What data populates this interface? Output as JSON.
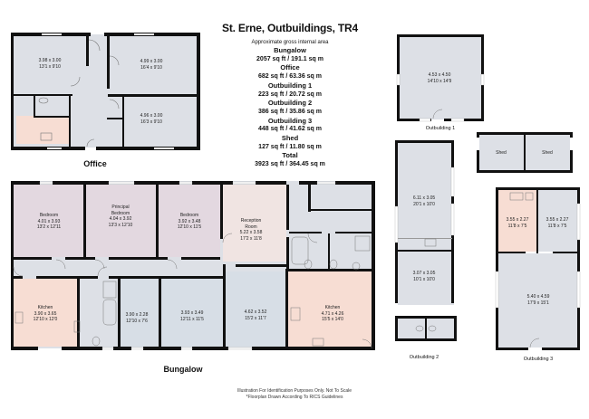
{
  "header": {
    "title": "St. Erne, Outbuildings, TR4",
    "area_heading": "Approximate gross internal area"
  },
  "areas": [
    {
      "name": "Bungalow",
      "value": "2057 sq ft  /  191.1 sq m"
    },
    {
      "name": "Office",
      "value": "682 sq ft  /  63.36 sq m"
    },
    {
      "name": "Outbuilding 1",
      "value": "223 sq ft  /  20.72 sq m"
    },
    {
      "name": "Outbuilding 2",
      "value": "386 sq ft  /  35.86 sq m"
    },
    {
      "name": "Outbuilding 3",
      "value": "448 sq ft  /  41.62 sq m"
    },
    {
      "name": "Shed",
      "value": "127 sq ft  /  11.80 sq m"
    },
    {
      "name": "Total",
      "value": "3923 sq ft  /  364.45 sq m"
    }
  ],
  "buildings": {
    "office": {
      "label": "Office",
      "rooms": [
        {
          "name": "",
          "metric": "3.98 x 3.00",
          "imperial": "13'1 x 9'10"
        },
        {
          "name": "",
          "metric": "4.99 x 3.00",
          "imperial": "16'4 x 9'10"
        },
        {
          "name": "",
          "metric": "4.96 x 3.00",
          "imperial": "16'3 x 9'10"
        }
      ]
    },
    "bungalow": {
      "label": "Bungalow",
      "rooms": [
        {
          "name": "Bedroom",
          "metric": "4.01 x 3.93",
          "imperial": "13'2 x 12'11"
        },
        {
          "name": "Principal Bedroom",
          "name1": "Principal",
          "name2": "Bedroom",
          "metric": "4.04 x 3.92",
          "imperial": "13'3 x 12'10"
        },
        {
          "name": "Bedroom",
          "metric": "3.92 x 3.48",
          "imperial": "12'10 x 11'5"
        },
        {
          "name": "Reception Room",
          "name1": "Reception",
          "name2": "Room",
          "metric": "5.22 x 3.58",
          "imperial": "17'2 x 11'8"
        },
        {
          "name": "Kitchen",
          "metric": "3.90 x 3.65",
          "imperial": "12'10 x 12'0"
        },
        {
          "name": "",
          "metric": "3.90 x 2.28",
          "imperial": "12'10 x 7'6"
        },
        {
          "name": "",
          "metric": "3.93 x 3.49",
          "imperial": "12'11 x 11'5"
        },
        {
          "name": "",
          "metric": "4.62 x 3.52",
          "imperial": "15'2 x 11'7"
        },
        {
          "name": "Kitchen",
          "metric": "4.71 x 4.26",
          "imperial": "15'5 x 14'0"
        }
      ]
    },
    "outbuilding1": {
      "label": "Outbuilding 1",
      "rooms": [
        {
          "name": "",
          "metric": "4.53 x 4.50",
          "imperial": "14'10 x 14'9"
        }
      ]
    },
    "shed": {
      "rooms": [
        {
          "name": "Shed"
        },
        {
          "name": "Shed"
        }
      ]
    },
    "outbuilding2": {
      "label": "Outbuilding 2",
      "rooms": [
        {
          "name": "",
          "metric": "6.11 x 3.05",
          "imperial": "20'1 x 10'0"
        },
        {
          "name": "",
          "metric": "3.07 x 3.05",
          "imperial": "10'1 x 10'0"
        }
      ]
    },
    "outbuilding3": {
      "label": "Outbuilding 3",
      "rooms": [
        {
          "name": "",
          "metric": "3.55 x 2.27",
          "imperial": "11'8 x 7'5"
        },
        {
          "name": "",
          "metric": "3.55 x 2.27",
          "imperial": "11'8 x 7'5"
        },
        {
          "name": "",
          "metric": "5.40 x 4.59",
          "imperial": "17'9 x 15'1"
        }
      ]
    }
  },
  "footer": {
    "line1": "Illustration For Identification Purposes Only. Not To Scale",
    "line2": "*Floorplan Drawn According To RICS Guidelines"
  },
  "colors": {
    "wall": "#111111",
    "grey_room": "#dde0e6",
    "pink_room": "#e3d8e0",
    "kitchen": "#f7ddd3",
    "reception": "#f0e4e2",
    "blue_room": "#d7dee6"
  }
}
